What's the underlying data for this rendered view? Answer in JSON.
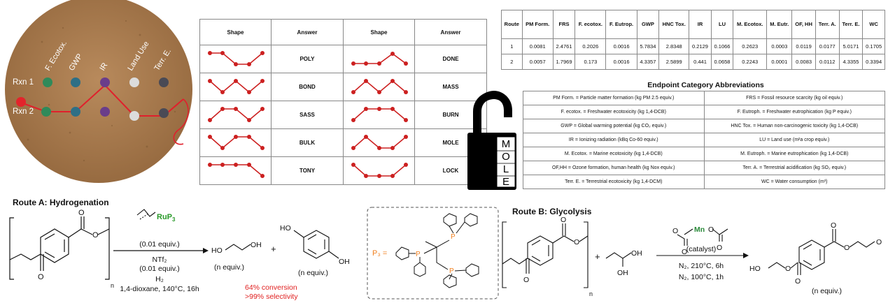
{
  "board": {
    "columns": [
      "F. Ecotox.",
      "GWP",
      "IR",
      "Land Use",
      "Terr. E."
    ],
    "rows": [
      "Rxn 1",
      "Rxn 2"
    ]
  },
  "shape_table": {
    "headers": [
      "Shape",
      "Answer",
      "Shape",
      "Answer"
    ],
    "rows": [
      {
        "left": {
          "icon": "line-high-high-low-low-high",
          "answer": "POLY"
        },
        "right": {
          "icon": "line-low-low-low-high-low",
          "answer": "DONE"
        }
      },
      {
        "left": {
          "icon": "line-high-low-high-low-high",
          "answer": "BOND"
        },
        "right": {
          "icon": "line-low-high-low-high-low",
          "answer": "MASS"
        }
      },
      {
        "left": {
          "icon": "line-low-high-high-low-high",
          "answer": "SASS"
        },
        "right": {
          "icon": "line-low-high-high-high-low",
          "answer": "BURN"
        }
      },
      {
        "left": {
          "icon": "line-high-low-high-high-low",
          "answer": "BULK"
        },
        "right": {
          "icon": "line-low-high-low-low-high",
          "answer": "MOLE"
        }
      },
      {
        "left": {
          "icon": "line-high-high-high-high-low",
          "answer": "TONY"
        },
        "right": {
          "icon": "line-high-low-low-low-high",
          "answer": "LOCK"
        }
      }
    ]
  },
  "lock": {
    "letters": [
      "M",
      "O",
      "L",
      "E"
    ],
    "icon": "combination-padlock-icon"
  },
  "lca_table": {
    "headers": [
      "Route",
      "PM Form.",
      "FRS",
      "F. ecotox.",
      "F. Eutrop.",
      "GWP",
      "HNC Tox.",
      "IR",
      "LU",
      "M. Ecotox.",
      "M. Eutr.",
      "OF, HH",
      "Terr. A.",
      "Terr. E.",
      "WC"
    ],
    "rows": [
      [
        "1",
        "0.0081",
        "2.4761",
        "0.2026",
        "0.0016",
        "5.7834",
        "2.8348",
        "0.2129",
        "0.1066",
        "0.2623",
        "0.0003",
        "0.0119",
        "0.0177",
        "5.0171",
        "0.1705"
      ],
      [
        "2",
        "0.0057",
        "1.7969",
        "0.173",
        "0.0016",
        "4.3357",
        "2.5899",
        "0.441",
        "0.0658",
        "0.2243",
        "0.0001",
        "0.0083",
        "0.0112",
        "4.3355",
        "0.3394"
      ]
    ]
  },
  "abbreviations": {
    "title": "Endpoint Category Abbreviations",
    "rows": [
      [
        "PM Form. = Particle matter formation (kg PM  2.5 equiv.)",
        "FRS = Fossil resource scarcity (kg oil equiv.)"
      ],
      [
        "F. ecotox. = Freshwater ecotoxicity (kg 1,4-DCB)",
        "F. Eutroph. = Freshwater eutrophication (kg P equiv.)"
      ],
      [
        "GWP = Global warming potential (kg CO₂ equiv.)",
        "HNC Tox. = Human non-carcinogenic toxicity (kg 1,4-DCB)"
      ],
      [
        "IR = Ionizing radiation (kBq Co-60 equiv.)",
        "LU = Land use (m²a crop equiv.)"
      ],
      [
        "M. Ecotox. = Marine ecotoxicity (kg 1,4-DCB)",
        "M. Eutroph. = Marine eutrophication (kg 1,4-DCB)"
      ],
      [
        "OF,HH = Ozone formation, human health (kg Nox equiv.)",
        "Terr. A. = Terrestrial acidification (kg SO₂ equiv.)"
      ],
      [
        "Terr. E. = Terrestrial ecotoxicity (kg 1,4-DCM)",
        "WC = Water consumption (m³)"
      ]
    ]
  },
  "route_a": {
    "title": "Route A: Hydrogenation",
    "catalyst_label": "RuP",
    "catalyst_sub": "3",
    "conditions": [
      "(0.01 equiv.)",
      "NTf₂",
      "(0.01 equiv.)",
      "H₂",
      "1,4-dioxane, 140°C, 16h"
    ],
    "products": [
      "(n equiv.)",
      "(n equiv.)"
    ],
    "plus": "+",
    "results": [
      "64% conversion",
      ">99% selectivity"
    ],
    "ligand_label": "P₃ =",
    "ligand_p": "P",
    "n": "n",
    "oh": "OH",
    "ho": "HO",
    "o": "O"
  },
  "route_b": {
    "title": "Route B: Glycolysis",
    "catalyst_metal": "Mn",
    "conditions": [
      "(catalyst)",
      "N₂, 210°C, 6h",
      "N₂, 100°C, 1h"
    ],
    "product": "(n equiv.)",
    "plus": "+",
    "n": "n",
    "oh": "OH",
    "ho": "HO",
    "o": "O"
  },
  "colors": {
    "cork": "#a87a4e",
    "string": "#e0202c",
    "ruthenium": "#2a9a2a",
    "phosphorus": "#f08020",
    "manganese": "#2a8a3a",
    "highlight_red": "#e02020"
  }
}
